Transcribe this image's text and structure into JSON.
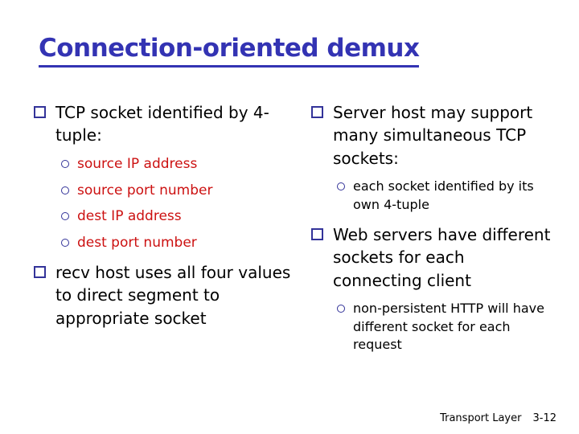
{
  "slide": {
    "title": "Connection-oriented demux",
    "columns": {
      "left": {
        "bullet1": "TCP socket identified by 4-tuple:",
        "subs": [
          "source IP address",
          "source port number",
          "dest IP address",
          "dest port number"
        ],
        "bullet2": "recv host uses all four values to direct segment to appropriate socket"
      },
      "right": {
        "bullet1": "Server host may support many simultaneous TCP sockets:",
        "sub1": "each socket identified by its own 4-tuple",
        "bullet2": "Web servers have different sockets for each connecting client",
        "sub2": "non-persistent HTTP will have different socket for each request"
      }
    },
    "footer": {
      "section": "Transport Layer",
      "page": "3-12"
    },
    "colors": {
      "title_blue": "#3333B3",
      "bullet_outline": "#333399",
      "sub_red": "#CC1111",
      "body_text": "#000000",
      "background": "#FFFFFF"
    }
  }
}
